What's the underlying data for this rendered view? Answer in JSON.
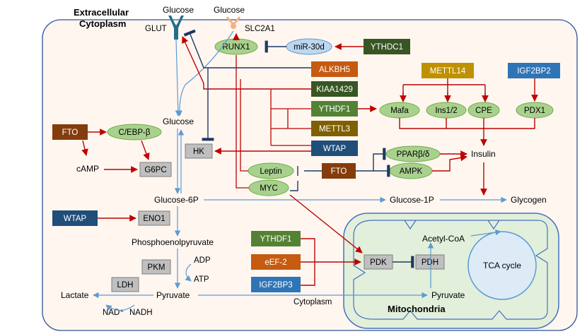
{
  "regions": {
    "extracellular": "Extracellular",
    "cytoplasm_top": "Cytoplasm",
    "cytoplasm_bottom": "Cytoplasm",
    "mitochondria": "Mitochondria"
  },
  "transporters": {
    "glut": "GLUT",
    "slc2a1": "SLC2A1",
    "glucose_left": "Glucose",
    "glucose_right": "Glucose"
  },
  "metabolites": {
    "glucose": "Glucose",
    "camp": "cAMP",
    "glucose_6p": "Glucose-6P",
    "glucose_1p": "Glucose-1P",
    "glycogen": "Glycogen",
    "insulin": "Insulin",
    "pep": "Phosphoenolpyruvate",
    "adp": "ADP",
    "atp": "ATP",
    "pyruvate": "Pyruvate",
    "lactate": "Lactate",
    "nad": "NAD⁺",
    "nadh": "NADH",
    "mito_pyruvate": "Pyruvate",
    "acetyl_coa": "Acetyl-CoA",
    "tca": "TCA cycle"
  },
  "green_ovals": {
    "runx1": "RUNX1",
    "cebpb": "C/EBP-β",
    "mafa": "Mafa",
    "ins12": "Ins1/2",
    "cpe": "CPE",
    "pdx1": "PDX1",
    "leptin": "Leptin",
    "myc": "MYC",
    "ppar": "PPARβ/δ",
    "ampk": "AMPK"
  },
  "blue_oval": {
    "mir30d": "miR-30d"
  },
  "boxes": {
    "ythdc1": "YTHDC1",
    "alkbh5": "ALKBH5",
    "kiaa1429": "KIAA1429",
    "ythdf1_top": "YTHDF1",
    "mettl3": "METTL3",
    "wtap_mid": "WTAP",
    "mettl14": "METTL14",
    "igf2bp2": "IGF2BP2",
    "fto_left": "FTO",
    "fto_mid": "FTO",
    "wtap_left": "WTAP",
    "ythdf1_bottom": "YTHDF1",
    "eef2": "eEF-2",
    "igf2bp3": "IGF2BP3"
  },
  "enzymes": {
    "hk": "HK",
    "g6pc": "G6PC",
    "eno1": "ENO1",
    "pkm": "PKM",
    "ldh": "LDH",
    "pdk": "PDK",
    "pdh": "PDH"
  },
  "colors": {
    "box_dark_green": "#375623",
    "box_green": "#548235",
    "box_orange": "#C55A11",
    "box_brown": "#843C0C",
    "box_olive": "#7F6000",
    "box_navy": "#1F4E79",
    "box_blue": "#2E75B6",
    "box_gold": "#BF9000",
    "oval_green": "#A9D18E",
    "oval_blue": "#BDD7EE",
    "enzyme_gray": "#BFBFBF",
    "arrow_red": "#C00000",
    "arrow_blue": "#5B9BD5",
    "inhibit_navy": "#1F3864",
    "cell_fill": "#FFF6F0",
    "mito_fill": "#E2EFDA",
    "mito_stroke": "#4472C4",
    "tca_fill": "#DDEBF7"
  }
}
